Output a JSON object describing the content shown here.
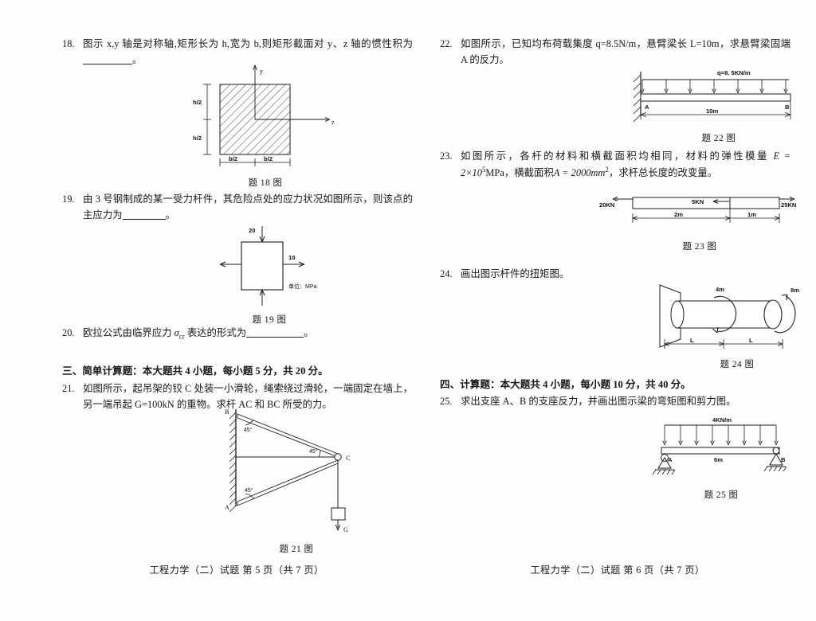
{
  "document": {
    "subject": "工程力学（二）试题",
    "left_footer": "工程力学（二）试题   第 5 页（共 7 页）",
    "right_footer": "工程力学（二）试题   第 6 页（共 7 页）"
  },
  "left_column": {
    "q18": {
      "number": "18.",
      "text_before": "图示 x,y 轴是对称轴,矩形长为 h,宽为 b,则矩形截面对 y、z 轴的惯性积为",
      "text_after": "。",
      "figure": {
        "caption": "题 18 图",
        "axis_y": "y",
        "axis_z": "z",
        "dim_top": "h/2",
        "dim_bottom": "h/2",
        "dim_left": "b/2",
        "dim_right": "b/2"
      }
    },
    "q19": {
      "number": "19.",
      "text_before": "由 3 号钢制成的某一受力杆件，其危险点处的应力状况如图所示，则该点的主应力为",
      "text_after": "。",
      "figure": {
        "caption": "题 19 图",
        "vertical_stress": "20",
        "horizontal_stress": "10",
        "units_note": "单位：MPa"
      }
    },
    "q20": {
      "number": "20.",
      "text_before": "欧拉公式由临界应力",
      "symbol": "σ",
      "symbol_sub": "cr",
      "text_mid": "表达的形式为",
      "text_after": "。"
    },
    "section3": {
      "heading": "三、简单计算题：本大题共 4 小题，每小题 5 分，共 20 分。"
    },
    "q21": {
      "number": "21.",
      "text": "如图所示，起吊架的铰 C 处装一小滑轮，绳索绕过滑轮，一端固定在墙上，另一端吊起 G=100kN 的重物。求杆 AC 和 BC 所受的力。",
      "figure": {
        "caption": "题 21 图",
        "node_a": "A",
        "node_b": "B",
        "node_c": "C",
        "angle_top": "45°",
        "angle_mid": "45°",
        "angle_bottom": "45°",
        "load_label": "G"
      }
    }
  },
  "right_column": {
    "q22": {
      "number": "22.",
      "text": "如图所示，已知均布荷载集度 q=8.5N/m，悬臂梁长 L=10m，求悬臂梁固端 A 的反力。",
      "figure": {
        "caption": "题 22 图",
        "load_label": "q=8. 5KN/m",
        "node_a": "A",
        "node_b": "B",
        "span": "10m"
      }
    },
    "q23": {
      "number": "23.",
      "text_1": "如图所示，各杆的材料和横截面积均相同，材料的弹性模量",
      "formula_e": "E = 2×10",
      "formula_e_sup": "5",
      "formula_e_unit": "MPa",
      "text_2": "，横截面积",
      "formula_a": "A = 2000mm",
      "formula_a_sup": "2",
      "text_3": "，求杆总长度的改变量。",
      "figure": {
        "caption": "题 23 图",
        "force_left": "20KN",
        "force_mid": "5KN",
        "force_right": "25KN",
        "dim_left": "2m",
        "dim_right": "1m"
      }
    },
    "q24": {
      "number": "24.",
      "text": "画出图示杆件的扭矩图。",
      "figure": {
        "caption": "题 24 图",
        "torque_1": "4m",
        "torque_2": "8m",
        "dim_1": "L",
        "dim_2": "L"
      }
    },
    "section4": {
      "heading": "四、计算题：本大题共 4 小题，每小题 10 分，共 40 分。"
    },
    "q25": {
      "number": "25.",
      "text": "求出支座 A、B 的支座反力，并画出图示梁的弯矩图和剪力图。",
      "figure": {
        "caption": "题 25 图",
        "load_label": "4KN/m",
        "node_a": "A",
        "node_b": "B",
        "span": "6m"
      }
    }
  }
}
